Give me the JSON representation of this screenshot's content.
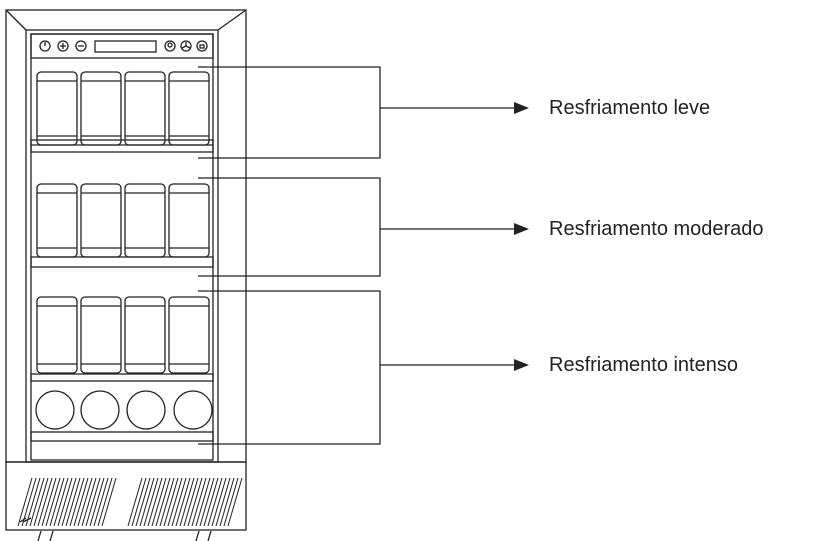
{
  "diagram": {
    "zones": [
      {
        "id": "leve",
        "label": "Resfriamento leve"
      },
      {
        "id": "moderado",
        "label": "Resfriamento moderado"
      },
      {
        "id": "intenso",
        "label": "Resfriamento intenso"
      }
    ],
    "control_panel": {
      "icons": [
        "power-icon",
        "plus-icon",
        "minus-icon",
        "light-icon",
        "fan-icon",
        "lock-icon"
      ]
    },
    "colors": {
      "line": "#222222",
      "fill": "#ffffff"
    }
  }
}
